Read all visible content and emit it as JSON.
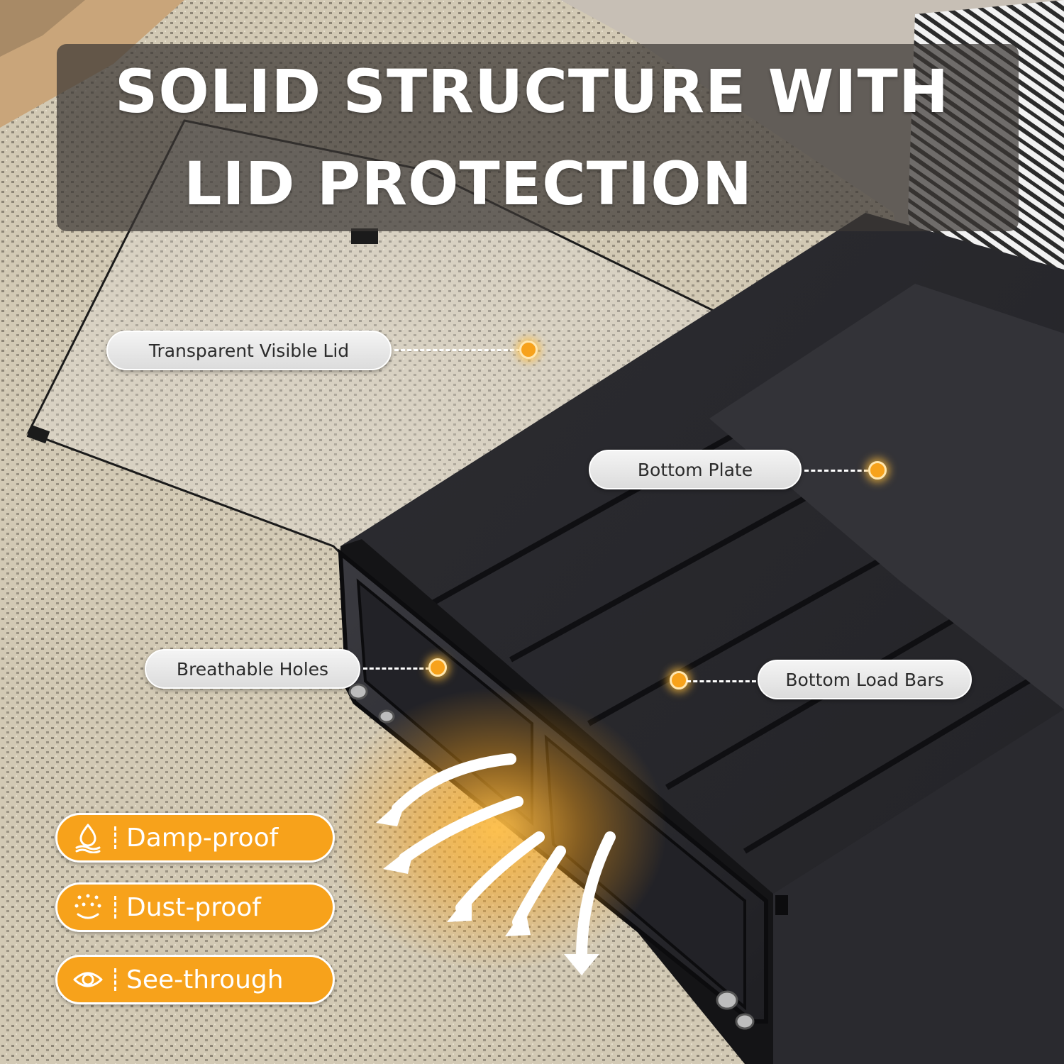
{
  "title": {
    "line1": "SOLID STRUCTURE WITH",
    "line2": "LID PROTECTION"
  },
  "callouts": {
    "lid": "Transparent Visible Lid",
    "plate": "Bottom Plate",
    "holes": "Breathable Holes",
    "bars": "Bottom Load Bars"
  },
  "features": [
    {
      "label": "Damp-proof",
      "icon": "water-drop-icon"
    },
    {
      "label": "Dust-proof",
      "icon": "dust-icon"
    },
    {
      "label": "See-through",
      "icon": "eye-icon"
    }
  ],
  "colors": {
    "accent": "#f7a21b",
    "banner": "#3c3834",
    "drawer": "#2e2e33"
  }
}
